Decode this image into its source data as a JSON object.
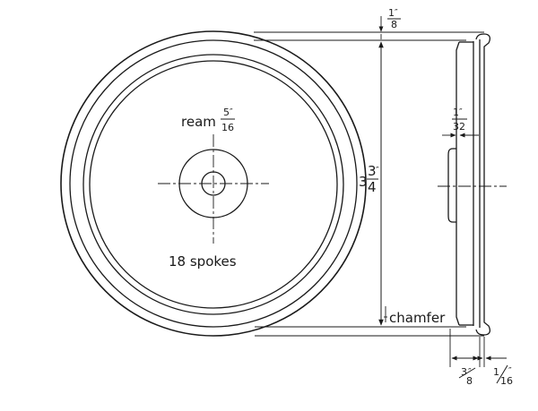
{
  "labels": {
    "ream_text": "ream",
    "ream_num": "5",
    "ream_den": "16",
    "spokes": "18 spokes",
    "chamfer": "chamfer",
    "diam_whole": "3",
    "diam_num": "3",
    "diam_den": "4",
    "rim_top_num": "1",
    "rim_top_den": "8",
    "hub_num": "1",
    "hub_den": "32",
    "width_num": "3",
    "width_den": "8",
    "chamfer_num": "1",
    "chamfer_den": "16",
    "inch": "″"
  },
  "colors": {
    "ink": "#1a1a1a",
    "paper": "#ffffff"
  }
}
